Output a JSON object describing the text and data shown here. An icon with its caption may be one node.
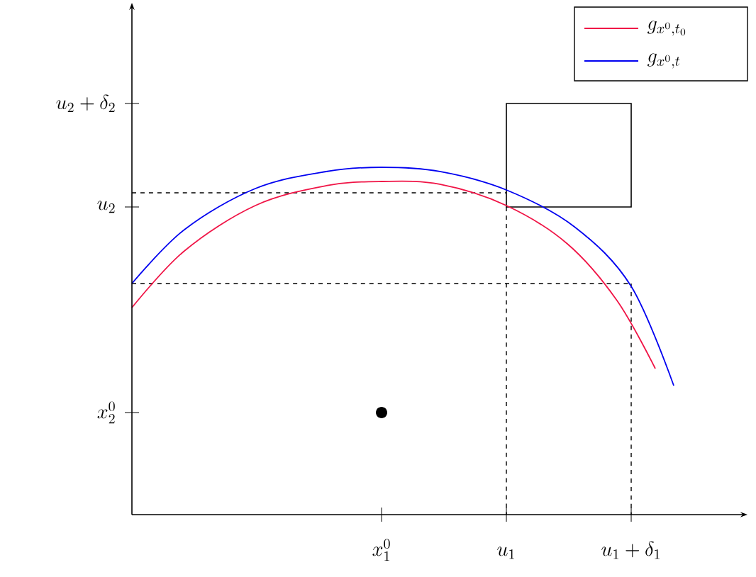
{
  "diagram": {
    "nodes": [
      {
        "text": [],
        "shape": "box"
      },
      {
        "text": [],
        "shape": "circle"
      }
    ],
    "labels": [
      "u_2 + \\delta_2",
      "u_2",
      "x_2^0",
      "x_1^0",
      "u_1",
      "u_1 + \\delta_1"
    ],
    "legend": [
      {
        "text": "g_{x^0,t_0}"
      },
      {
        "text": "g_{x^0,t}"
      }
    ]
  }
}
